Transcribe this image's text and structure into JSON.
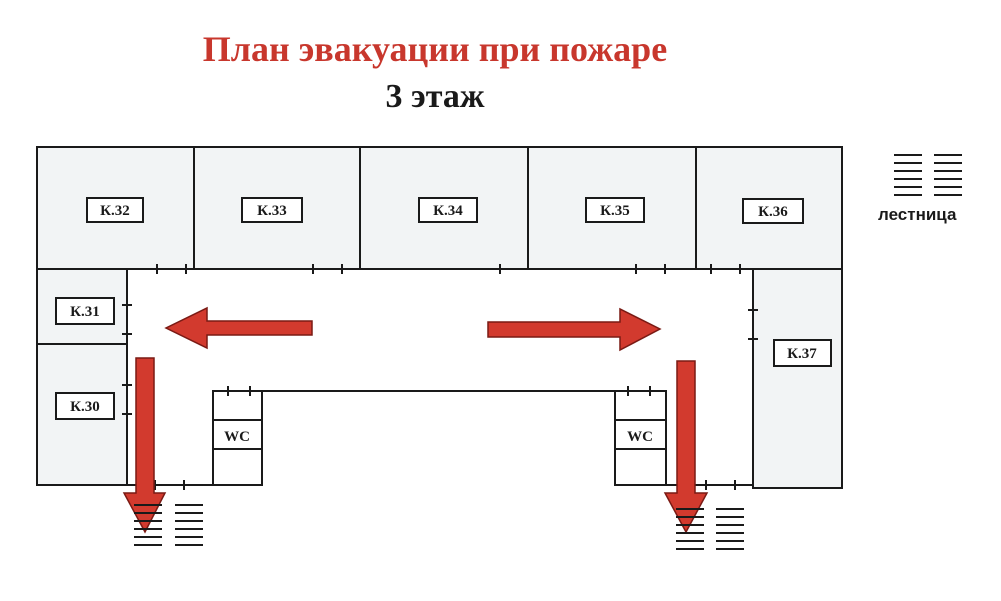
{
  "title": "План эвакуации при пожаре",
  "subtitle": "3 этаж",
  "rooms": {
    "k32": "К.32",
    "k33": "К.33",
    "k34": "К.34",
    "k35": "К.35",
    "k36": "К.36",
    "k31": "К.31",
    "k30": "К.30",
    "k37": "К.37",
    "wc_left": "WC",
    "wc_right": "WC"
  },
  "legend": {
    "label": "лестница",
    "icon": "staircase-icon"
  },
  "colors": {
    "title": "#c8372d",
    "arrow": "#d23a2e",
    "wall": "#1a1a1a",
    "room_fill": "#f2f4f5"
  }
}
